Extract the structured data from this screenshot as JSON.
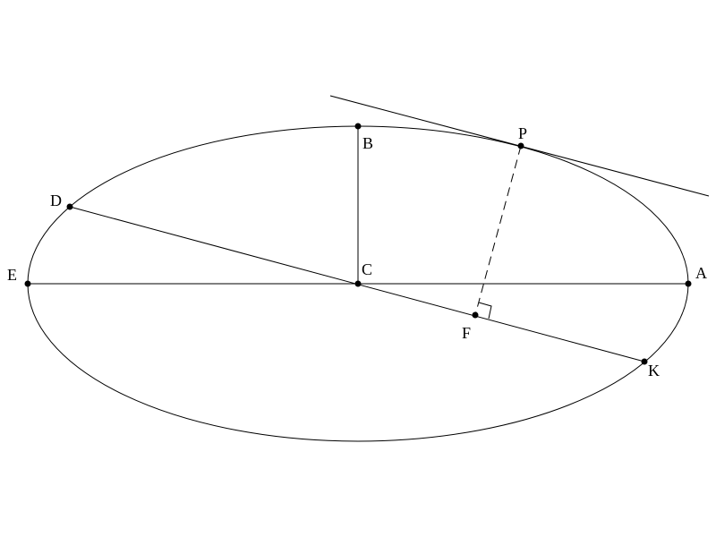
{
  "labels": {
    "A": "A",
    "B": "B",
    "C": "C",
    "D": "D",
    "E": "E",
    "F": "F",
    "K": "K",
    "P": "P"
  },
  "colors": {
    "stroke": "#000000",
    "background": "#ffffff"
  }
}
